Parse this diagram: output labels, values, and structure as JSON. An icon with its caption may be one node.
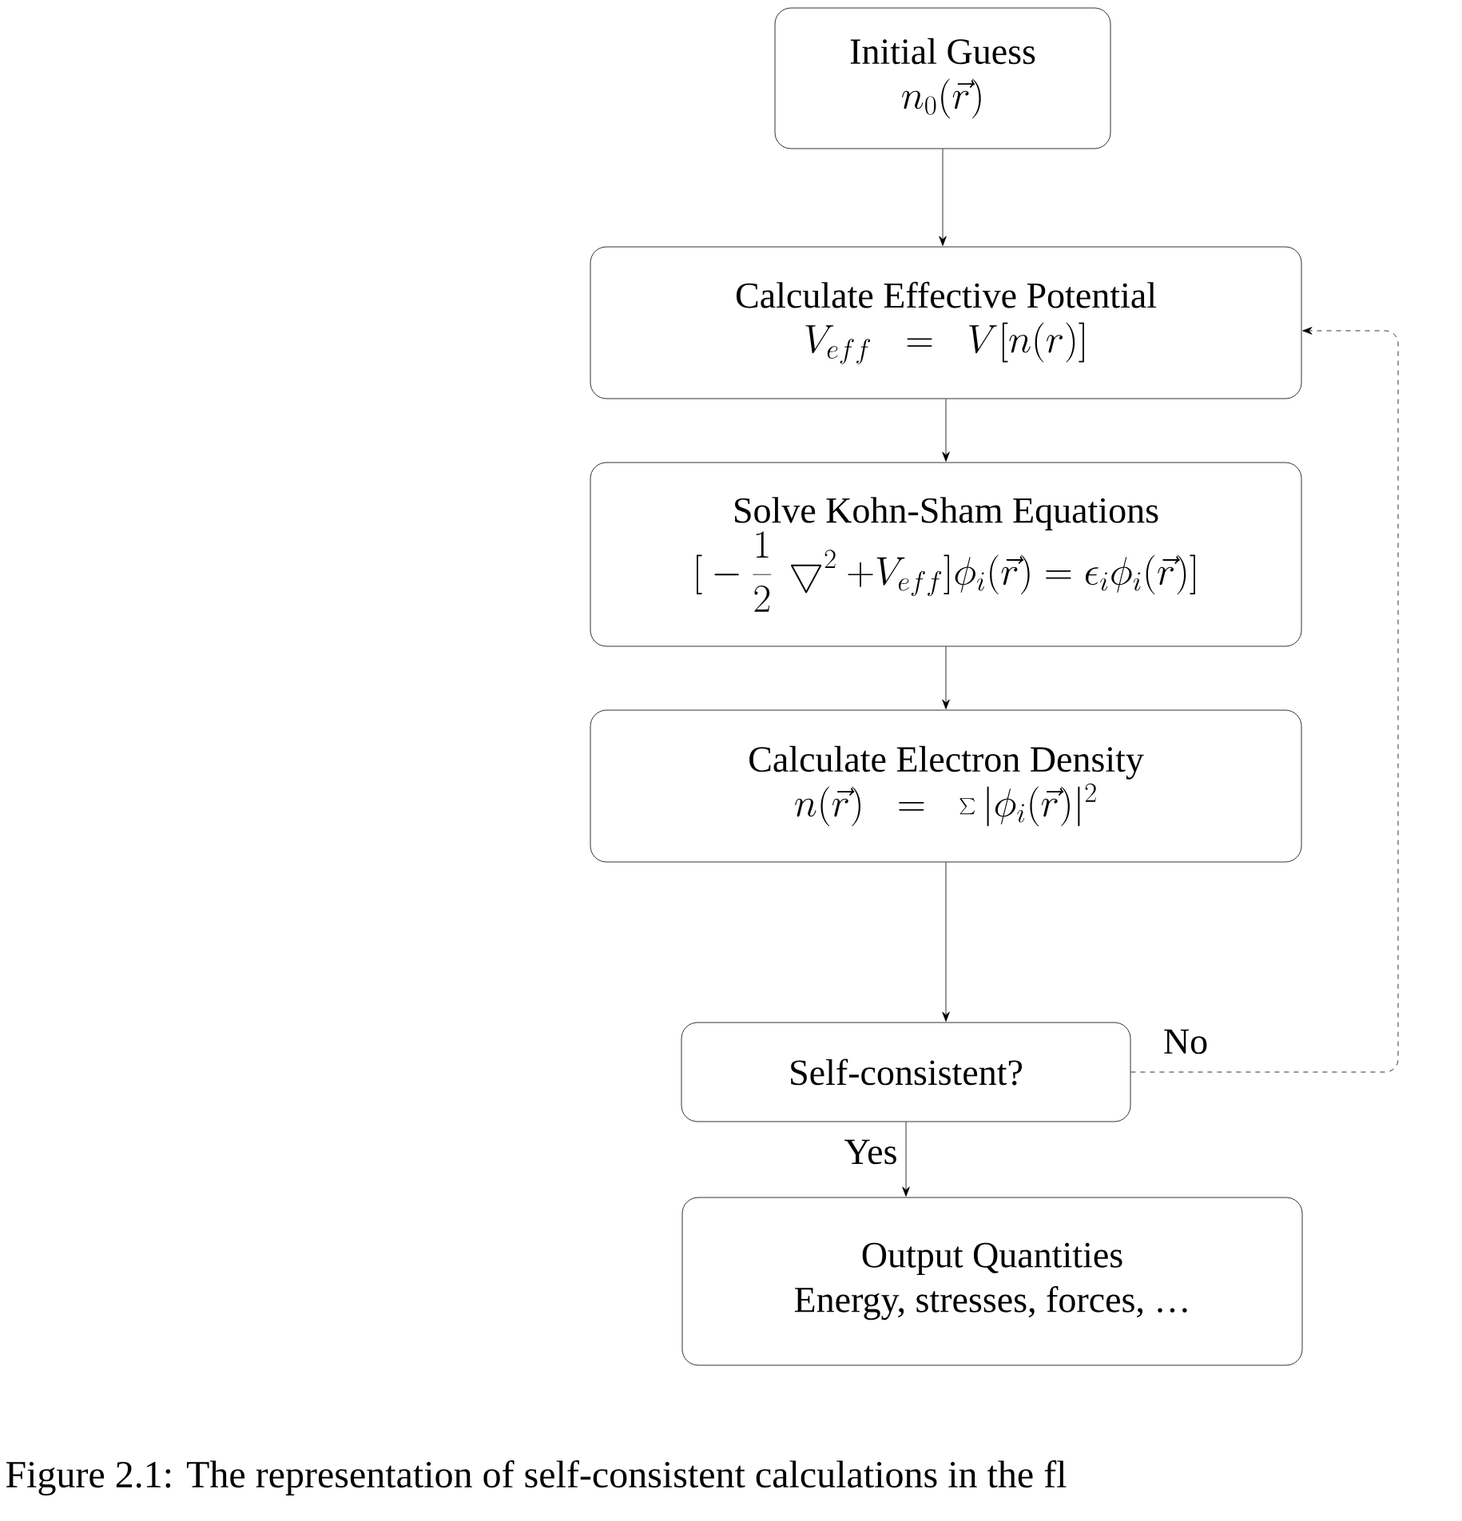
{
  "diagram": {
    "caption": "Figure 2.1: The representation of self-consistent calculations in the fl",
    "nodes": [
      {
        "text": [
          "Initial Guess",
          "n_0(\\vec{r})"
        ]
      },
      {
        "text": [
          "Calculate Effective Potential",
          "V_{eff} \\;\\; = \\;\\; V[n(r)]"
        ]
      },
      {
        "text": [
          "Solve Kohn-Sham Equations",
          "\\Big[-\\frac{1}{2}\\,\\bigtriangledown^2 + V_{eff}\\Big]\\phi_i(\\vec{r}) = \\epsilon_i\\phi_i(\\vec{r})\\Big]"
        ]
      },
      {
        "text": [
          "Calculate Electron Density",
          "n(\\vec{r}) \\;\\; = \\;\\; \\sum|\\phi_i(\\vec{r})|^2"
        ]
      },
      {
        "text": [
          "Self-consistent?"
        ]
      },
      {
        "text": [
          "Output Quantities",
          "Energy, stresses, forces, …"
        ]
      }
    ],
    "edges": [
      {
        "from": 0,
        "to": 1,
        "arrow": "to"
      },
      {
        "from": 1,
        "to": 2,
        "arrow": "to"
      },
      {
        "from": 2,
        "to": 3,
        "arrow": "to"
      },
      {
        "from": 3,
        "to": 4,
        "arrow": "to"
      },
      {
        "from": 4,
        "to": 5,
        "arrow": "to",
        "label": "Yes"
      },
      {
        "from": 4,
        "to": 1,
        "arrow": "to",
        "label": "No",
        "style": "dashed"
      }
    ]
  }
}
